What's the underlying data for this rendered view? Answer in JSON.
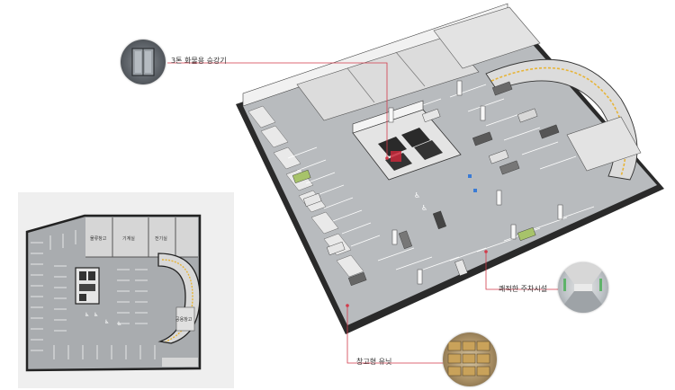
{
  "callouts": {
    "elevator": "3톤 화물용 승강기",
    "parking": "쾌적한 주차시설",
    "storage": "창고형 유닛"
  },
  "floor_plan": {
    "rooms": [
      "물류창고",
      "기계실",
      "전기실",
      "공용창고"
    ]
  },
  "colors": {
    "callout_line": "#d23a4a",
    "floor": "#b9bcbf",
    "wall": "#e9e9e9",
    "outline": "#1a1a1a"
  }
}
